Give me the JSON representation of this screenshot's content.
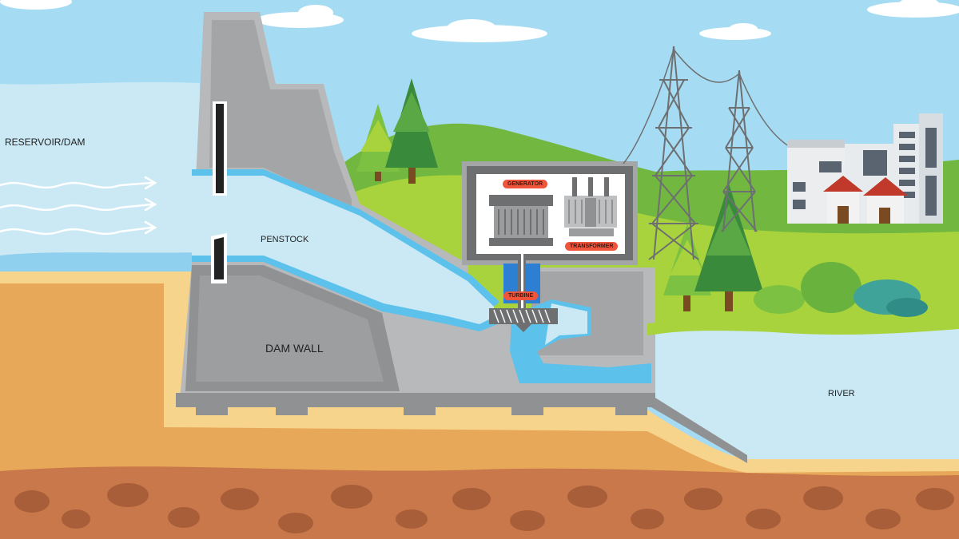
{
  "labels": {
    "reservoir": "RESERVOIR/DAM",
    "penstock": "PENSTOCK",
    "dam_wall": "DAM WALL",
    "river": "RIVER",
    "generator": "GENERATOR",
    "transformer": "TRANSFORMER",
    "turbine": "TURBINE"
  },
  "colors": {
    "sky": "#a6dcf3",
    "water": "#c8e8f4",
    "water_flow": "#5cc2ec",
    "concrete": "#b7b9bb",
    "concrete_dark": "#939597",
    "hill": "#7cc142",
    "grass": "#a8d33c",
    "sand": "#f7d48b",
    "soil": "#c8784a",
    "label_pill": "#f0553c"
  }
}
